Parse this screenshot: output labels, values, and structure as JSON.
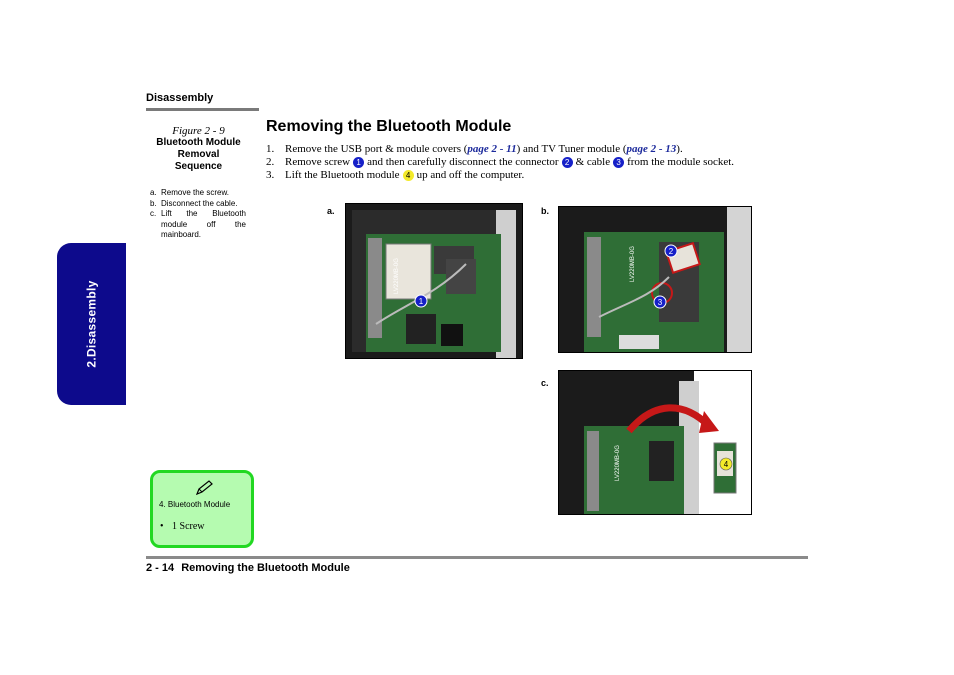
{
  "header": {
    "section": "Disassembly"
  },
  "side_tab": {
    "label": "2.Disassembly"
  },
  "figure": {
    "number": "Figure 2 - 9",
    "title_lines": [
      "Bluetooth Module",
      "Removal",
      "Sequence"
    ],
    "steps": [
      {
        "label": "a.",
        "text": "Remove the screw."
      },
      {
        "label": "b.",
        "text": "Disconnect the cable."
      },
      {
        "label": "c.",
        "text_lines": [
          "Lift the Bluetooth",
          "module off the",
          "mainboard."
        ]
      }
    ]
  },
  "title": "Removing the Bluetooth Module",
  "steps": [
    {
      "num": "1.",
      "t1": "Remove the USB port & module covers (",
      "ref1": "page 2 - 11",
      "t2": ") and TV Tuner module (",
      "ref2": "page 2 - 13",
      "t3": ")."
    },
    {
      "num": "2.",
      "t1": "Remove screw",
      "b1": "1",
      "t2": "and then carefully disconnect the connector",
      "b2": "2",
      "t3": "& cable",
      "b3": "3",
      "t4": "from the module socket."
    },
    {
      "num": "3.",
      "t1": "Lift the Bluetooth module",
      "b1": "4",
      "t2": "up and off the computer."
    }
  ],
  "photos": [
    {
      "label": "a.",
      "callouts": [
        "1"
      ],
      "board_text": "LV220MB-0G"
    },
    {
      "label": "b.",
      "callouts": [
        "2",
        "3"
      ],
      "board_text": "LV220MB-0G"
    },
    {
      "label": "c.",
      "callouts": [
        "4"
      ],
      "board_text": "LV220MB-0G"
    }
  ],
  "note": {
    "icon": "pencil-icon",
    "item": "4. Bluetooth Module",
    "bullet": "•",
    "detail": "1 Screw"
  },
  "footer": {
    "page": "2 - 14",
    "title": "Removing the Bluetooth Module"
  },
  "colors": {
    "tab": "#0d0a8c",
    "note_fill": "#b5fbb0",
    "note_border": "#22d822",
    "link": "#1c2a9c",
    "badge": "#1620c8"
  }
}
